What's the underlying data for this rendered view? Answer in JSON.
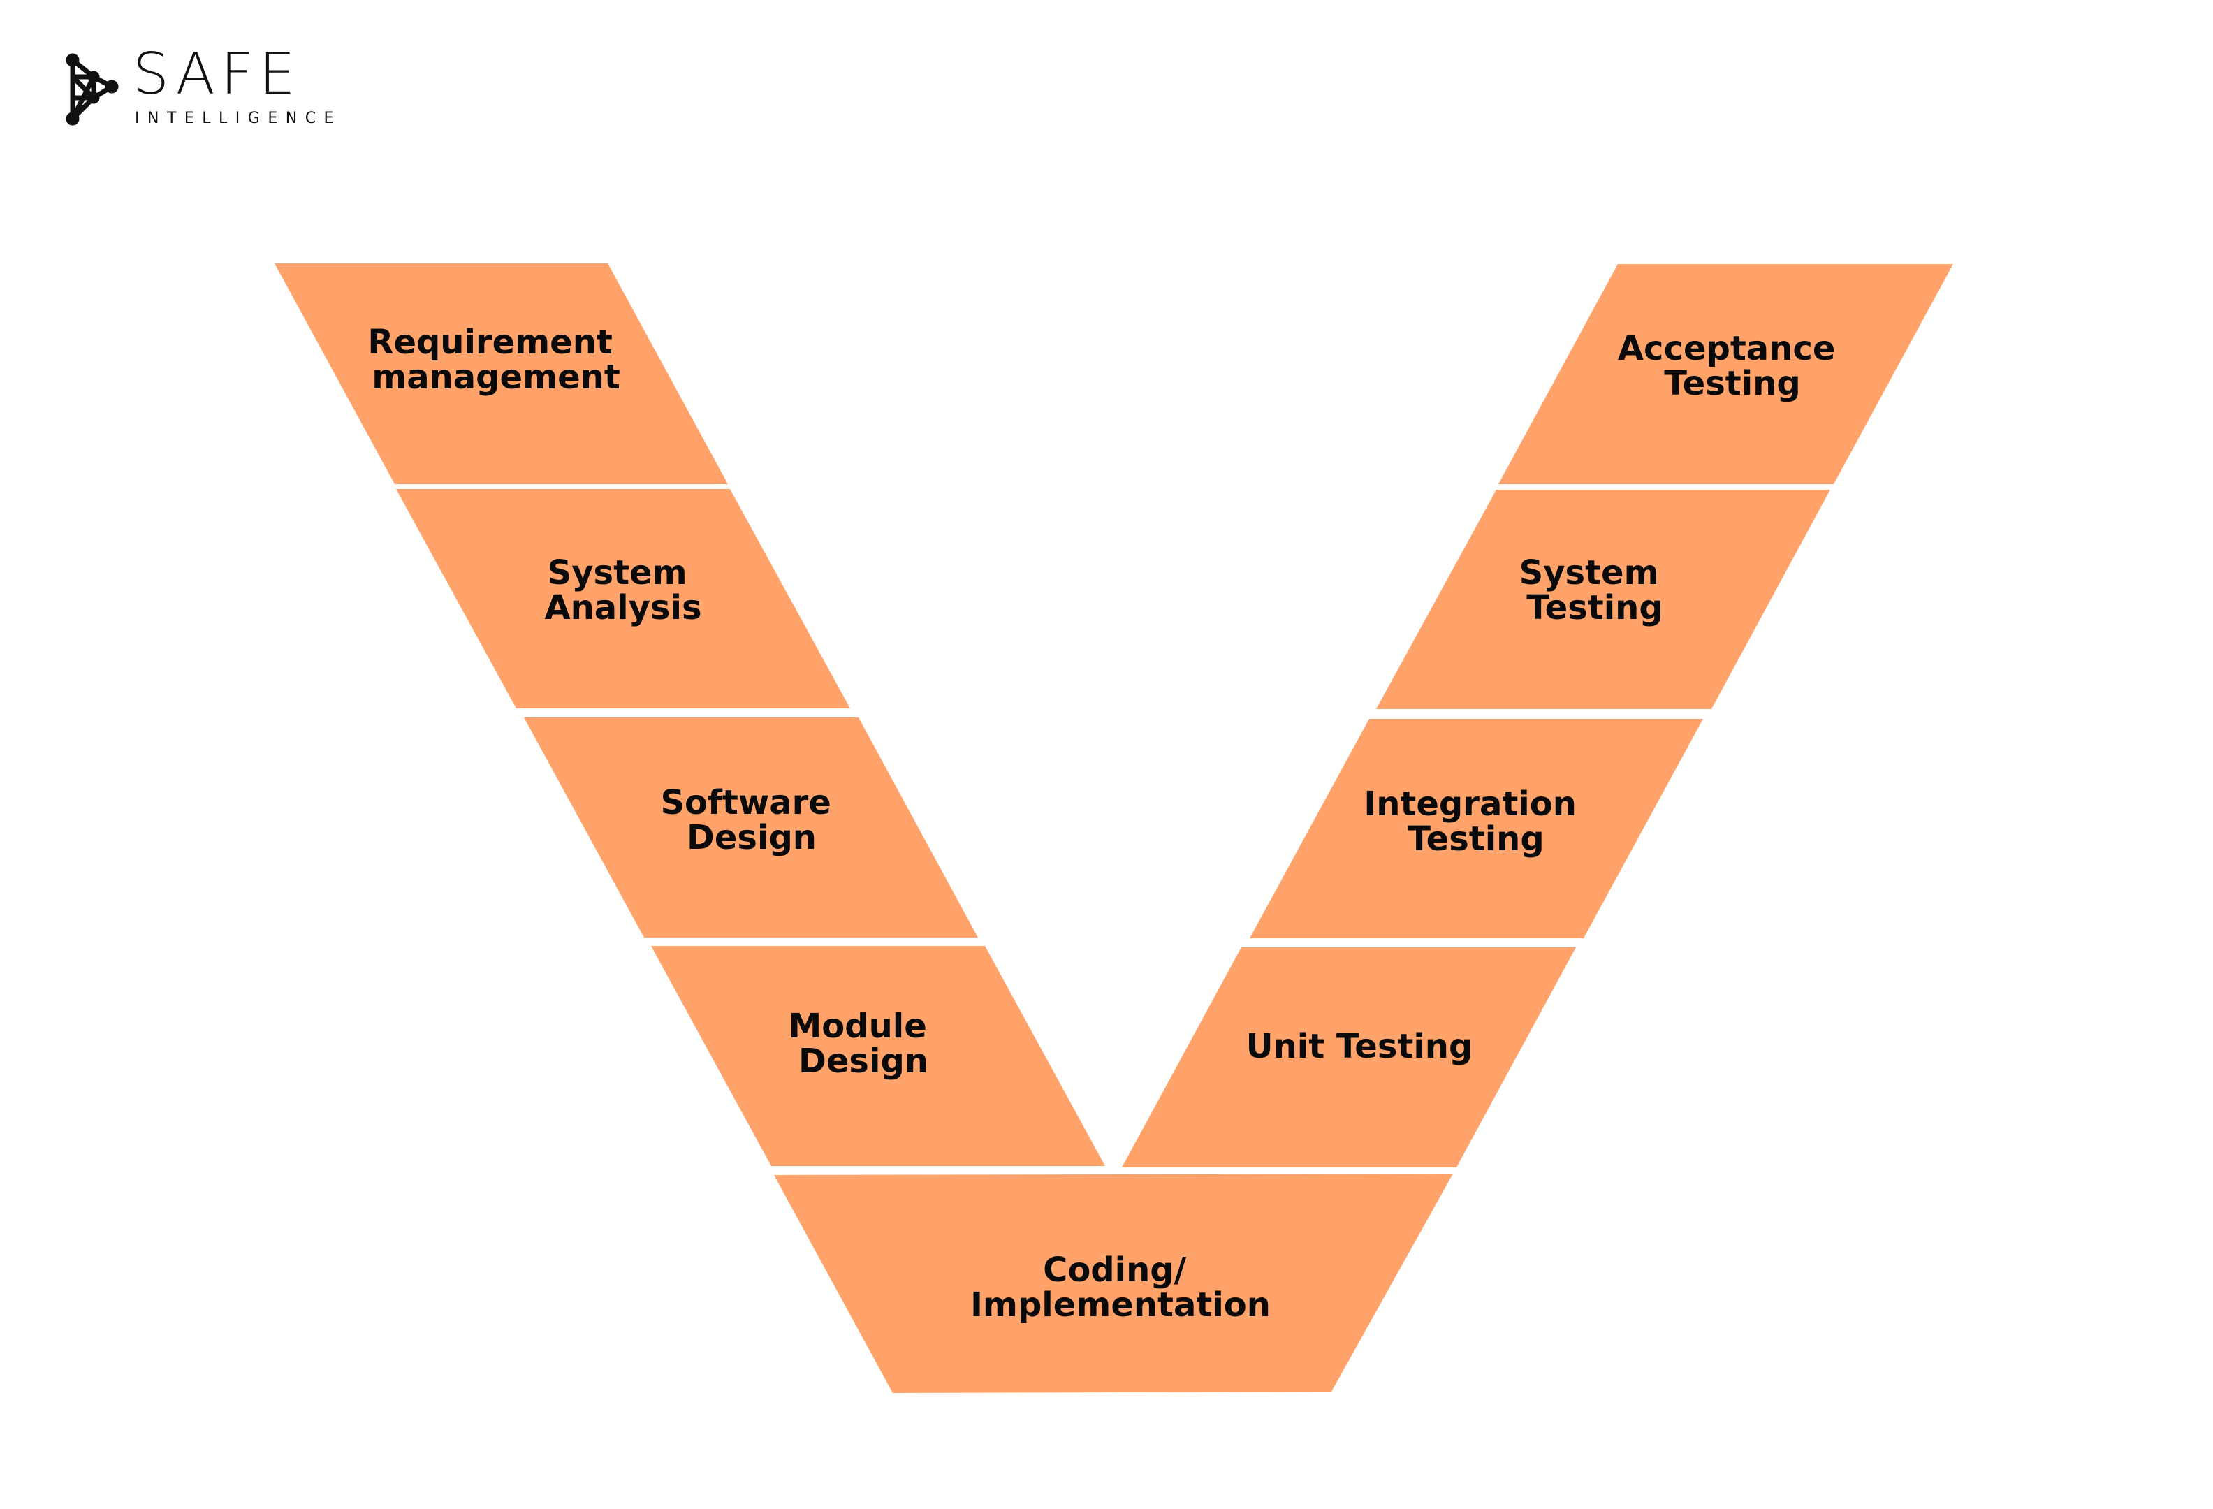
{
  "logo": {
    "name": "SAFE",
    "tagline": "INTELLIGENCE",
    "icon": "network-nodes-icon"
  },
  "colors": {
    "stage_fill": "#ffa36a",
    "text": "#0a0a0a",
    "background": "#ffffff"
  },
  "stages": {
    "requirement": {
      "line1": "Requirement",
      "line2": "management"
    },
    "system_analysis": {
      "line1": "System",
      "line2": "Analysis"
    },
    "software_design": {
      "line1": "Software",
      "line2": "Design"
    },
    "module_design": {
      "line1": "Module",
      "line2": "Design"
    },
    "coding": {
      "line1": "Coding/",
      "line2": "Implementation"
    },
    "unit_testing": {
      "line1": "Unit Testing"
    },
    "integration_testing": {
      "line1": "Integration",
      "line2": "Testing"
    },
    "system_testing": {
      "line1": "System",
      "line2": "Testing"
    },
    "acceptance_testing": {
      "line1": "Acceptance",
      "line2": "Testing"
    }
  }
}
